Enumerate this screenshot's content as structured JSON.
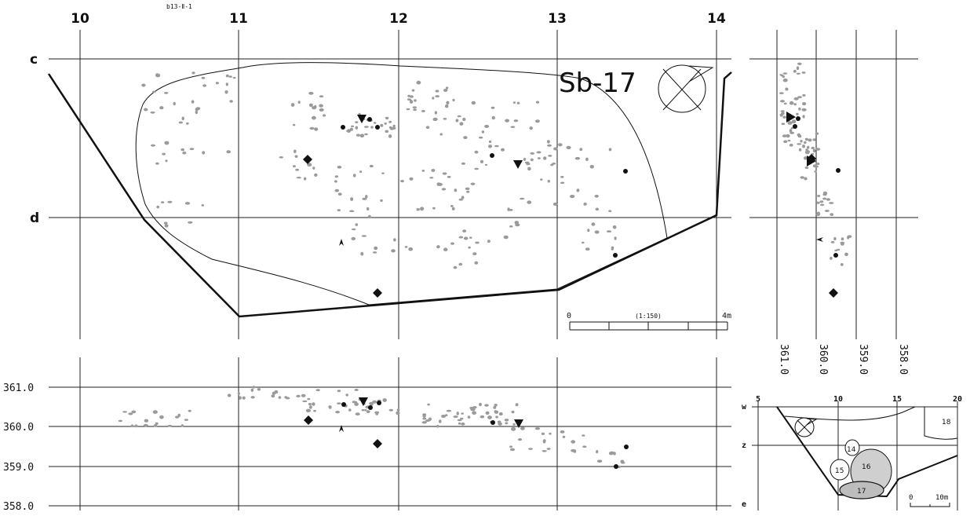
{
  "sheet_label": "b13-Ⅱ-1",
  "feature_label": "Sb-17",
  "plan": {
    "grid_x_labels": [
      "10",
      "11",
      "12",
      "13",
      "14"
    ],
    "grid_y_labels": [
      "c",
      "d"
    ]
  },
  "scale_bar": {
    "start": "0",
    "ratio": "(1:150)",
    "end": "4m"
  },
  "side_section": {
    "elevation_labels": [
      "361.0",
      "360.0",
      "359.0",
      "358.0"
    ]
  },
  "front_section": {
    "elevation_labels": [
      "361.0",
      "360.0",
      "359.0",
      "358.0"
    ]
  },
  "inset_map": {
    "x_labels": [
      "5",
      "10",
      "15",
      "20"
    ],
    "y_labels": [
      "w",
      "z",
      "e"
    ],
    "feature_labels": [
      "18",
      "14",
      "15",
      "16",
      "17"
    ],
    "scale": {
      "start": "0",
      "end": "10m"
    }
  },
  "marker_legend": {
    "circle": "filled-circle-symbol",
    "triangle": "inverted-triangle-symbol",
    "diamond": "diamond-symbol",
    "arrow": "arrowhead-symbol"
  }
}
